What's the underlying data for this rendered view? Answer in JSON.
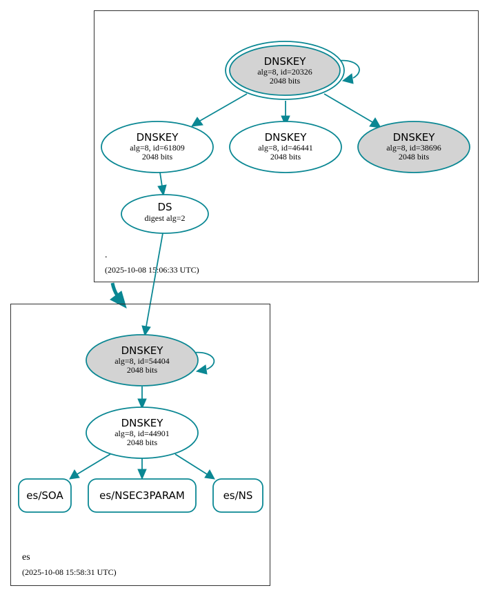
{
  "colors": {
    "edge": "#0a8793",
    "fill_sep_ksk": "#d3d3d3",
    "fill_plain": "#ffffff",
    "zone_border": "#303030"
  },
  "root_zone": {
    "name": ".",
    "timestamp": "(2025-10-08 15:06:33 UTC)",
    "ksk": {
      "title": "DNSKEY",
      "line1": "alg=8, id=20326",
      "line2": "2048 bits"
    },
    "key_61809": {
      "title": "DNSKEY",
      "line1": "alg=8, id=61809",
      "line2": "2048 bits"
    },
    "key_46441": {
      "title": "DNSKEY",
      "line1": "alg=8, id=46441",
      "line2": "2048 bits"
    },
    "key_38696": {
      "title": "DNSKEY",
      "line1": "alg=8, id=38696",
      "line2": "2048 bits"
    },
    "ds": {
      "title": "DS",
      "line1": "digest alg=2"
    }
  },
  "es_zone": {
    "name": "es",
    "timestamp": "(2025-10-08 15:58:31 UTC)",
    "ksk": {
      "title": "DNSKEY",
      "line1": "alg=8, id=54404",
      "line2": "2048 bits"
    },
    "zsk": {
      "title": "DNSKEY",
      "line1": "alg=8, id=44901",
      "line2": "2048 bits"
    },
    "rrsets": [
      {
        "label": "es/SOA"
      },
      {
        "label": "es/NSEC3PARAM"
      },
      {
        "label": "es/NS"
      }
    ]
  }
}
